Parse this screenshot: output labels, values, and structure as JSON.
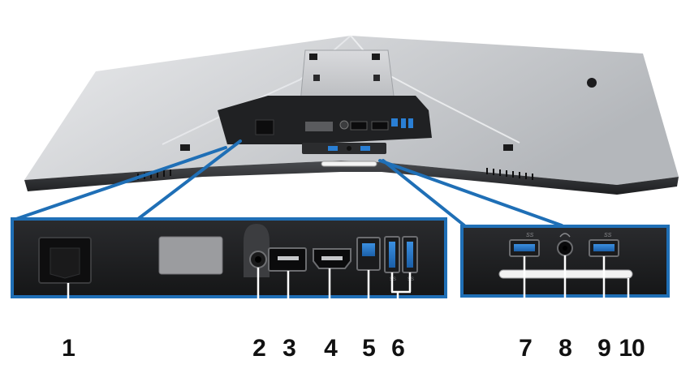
{
  "callouts": [
    {
      "num": "1",
      "name": "ac-power-connector"
    },
    {
      "num": "2",
      "name": "stand-lock-screw"
    },
    {
      "num": "3",
      "name": "displayport-connector"
    },
    {
      "num": "4",
      "name": "hdmi-connector"
    },
    {
      "num": "5",
      "name": "usb-upstream-port"
    },
    {
      "num": "6",
      "name": "usb-downstream-ports-rear"
    },
    {
      "num": "7",
      "name": "usb-downstream-port-bottom-left"
    },
    {
      "num": "8",
      "name": "audio-line-out-port"
    },
    {
      "num": "9",
      "name": "usb-downstream-port-bottom-right"
    },
    {
      "num": "10",
      "name": "led-light-bar"
    }
  ],
  "port_marks": {
    "ss_left": "SS",
    "ss_right": "SS",
    "ss_rear_left": "SS",
    "ss_rear_right": "SS"
  },
  "colors": {
    "accent_blue": "#1f6fb6",
    "usb3_blue": "#2a7fd4",
    "panel_dark": "#1e1e20",
    "monitor_silver": "#c9cbce"
  }
}
